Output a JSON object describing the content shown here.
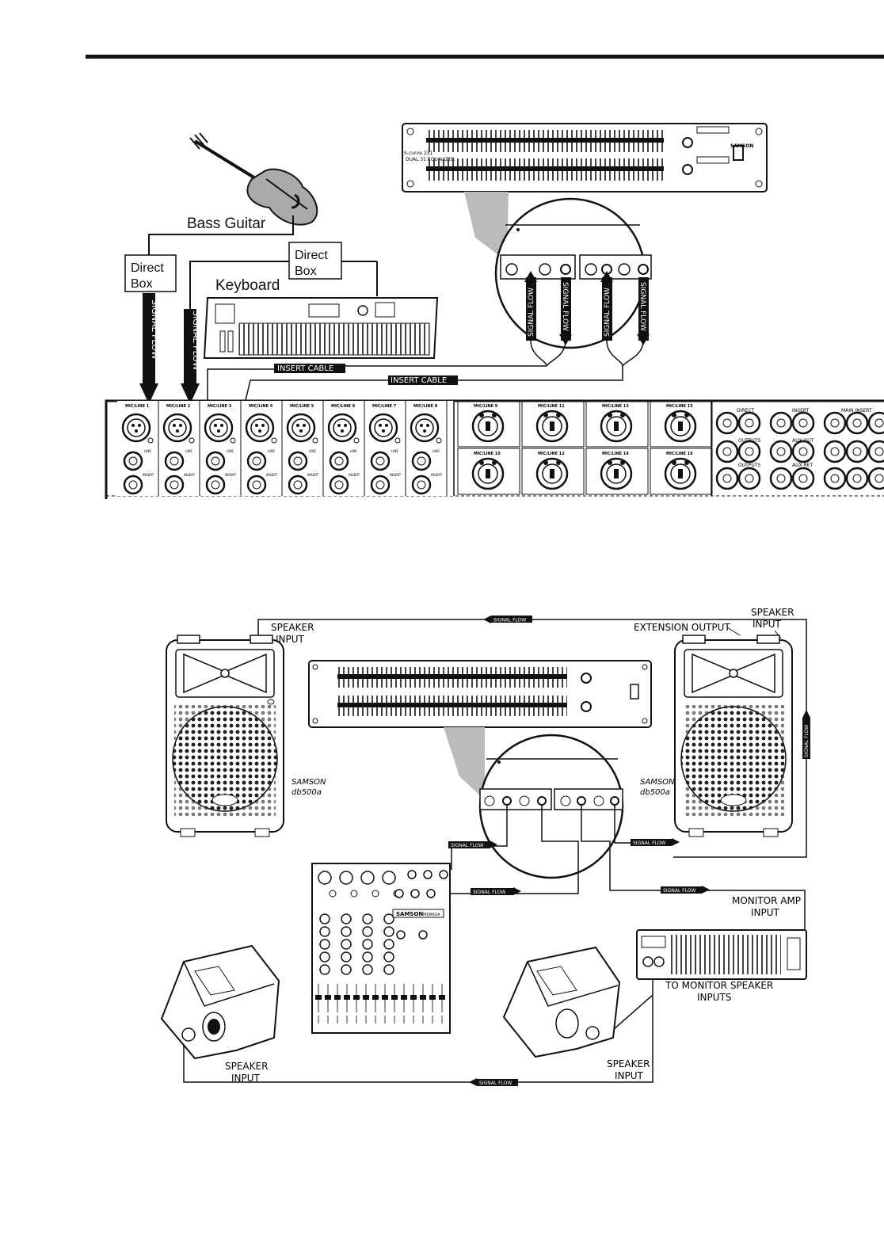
{
  "top": {
    "bass_guitar": "Bass Guitar",
    "keyboard": "Keyboard",
    "direct_box_1_line1": "Direct",
    "direct_box_1_line2": "Box",
    "direct_box_2_line1": "Direct",
    "direct_box_2_line2": "Box",
    "signal_flow": "SIGNAL FLOW",
    "insert_cable": "INSERT CABLE",
    "mixer_channels": [
      "MIC/LINE 1",
      "MIC/LINE 2",
      "MIC/LINE 3",
      "MIC/LINE 4",
      "MIC/LINE 5",
      "MIC/LINE 6",
      "MIC/LINE 7",
      "MIC/LINE 8"
    ],
    "mixer_stereo_top": [
      "MIC/LINE 9",
      "MIC/LINE 11",
      "MIC/LINE 13",
      "MIC/LINE 15"
    ],
    "mixer_stereo_bottom": [
      "MIC/LINE 10",
      "MIC/LINE 12",
      "MIC/LINE 14",
      "MIC/LINE 16"
    ],
    "mixer_small": {
      "line": "LINE",
      "insert": "INSERT",
      "direct": "DIRECT",
      "outputs": "OUTPUTS",
      "aux_out": "AUX OUT",
      "aux_ret": "AUX RET",
      "main_insert": "MAIN INSERT"
    },
    "eq_brand": "SAMSON",
    "eq_model": "S-curve 231",
    "eq_sub": "DUAL 31 EQUALIZER"
  },
  "bottom": {
    "speaker_input_left": "SPEAKER INPUT",
    "speaker_input_right_l1": "SPEAKER",
    "speaker_input_right_l2": "INPUT",
    "extension_output": "EXTENSION OUTPUT",
    "signal_flow": "SIGNAL FLOW",
    "samson_l1": "SAMSON",
    "samson_l2": "db500a",
    "monitor_amp_l1": "MONITOR AMP",
    "monitor_amp_l2": "INPUT",
    "monitor_spk_l1": "TO MONITOR SPEAKER",
    "monitor_spk_l2": "INPUTS",
    "spk_in_bl_l1": "SPEAKER",
    "spk_in_bl_l2": "INPUT",
    "spk_in_bm_l1": "SPEAKER",
    "spk_in_bm_l2": "INPUT",
    "mixer_brand": "SAMSON",
    "mixer_model": "MDR624"
  }
}
